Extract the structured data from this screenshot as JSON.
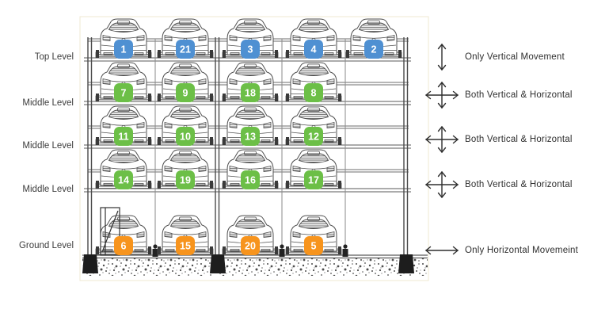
{
  "levels": [
    {
      "label": "Top Level",
      "movement_label": "Only Vertical Movement",
      "arrow": "vertical",
      "badge_color": "#4f90d2",
      "cars": [
        "1",
        "21",
        "3",
        "4",
        "2"
      ]
    },
    {
      "label": "Middle Level",
      "movement_label": "Both Vertical & Horizontal",
      "arrow": "cross",
      "badge_color": "#6cbf47",
      "cars": [
        "7",
        "9",
        "18",
        "8"
      ]
    },
    {
      "label": "Middle Level",
      "movement_label": "Both Vertical & Horizontal",
      "arrow": "cross",
      "badge_color": "#6cbf47",
      "cars": [
        "11",
        "10",
        "13",
        "12"
      ]
    },
    {
      "label": "Middle Level",
      "movement_label": "Both Vertical & Horizontal",
      "arrow": "cross",
      "badge_color": "#6cbf47",
      "cars": [
        "14",
        "19",
        "16",
        "17"
      ]
    },
    {
      "label": "Ground Level",
      "movement_label": "Only Horizontal Movemeint",
      "arrow": "horizontal",
      "badge_color": "#f7941d",
      "cars": [
        "6",
        "15",
        "20",
        "5"
      ]
    }
  ],
  "colors": {
    "badge_blue": "#4f90d2",
    "badge_green": "#6cbf47",
    "badge_orange": "#f7941d",
    "line": "#4f4f4f",
    "text": "#3c3c3c",
    "arrow": "#2f2f2f"
  }
}
